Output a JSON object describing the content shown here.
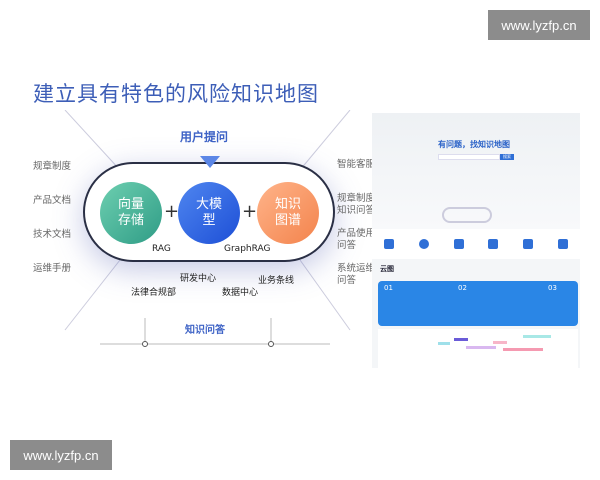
{
  "watermark": "www.lyzfp.cn",
  "title": "建立具有特色的风险知识地图",
  "user_question": "用户提问",
  "left_labels": [
    "规章制度",
    "产品文档",
    "技术文档",
    "运维手册"
  ],
  "right_labels": [
    "智能客服",
    "规章制度\n知识问答",
    "产品使用\n问答",
    "系统运维\n问答"
  ],
  "circles": {
    "vector": "向量\n存储",
    "llm": "大模\n型",
    "kg": "知识\n图谱"
  },
  "plus": "+",
  "rag": "RAG",
  "graphrag": "GraphRAG",
  "bottom_labels": {
    "rd": "研发中心",
    "biz": "业务条线",
    "legal": "法律合规部",
    "data": "数据中心"
  },
  "qa": "知识问答",
  "screenshot": {
    "search_title": "有问题，找知识地图",
    "search_button": "搜索",
    "section": "云图",
    "cards": [
      "01",
      "02",
      "03"
    ]
  },
  "colors": {
    "title": "#3d5eb7",
    "green": "#3fae92",
    "blue": "#2a5fe0",
    "orange": "#f5905c"
  }
}
